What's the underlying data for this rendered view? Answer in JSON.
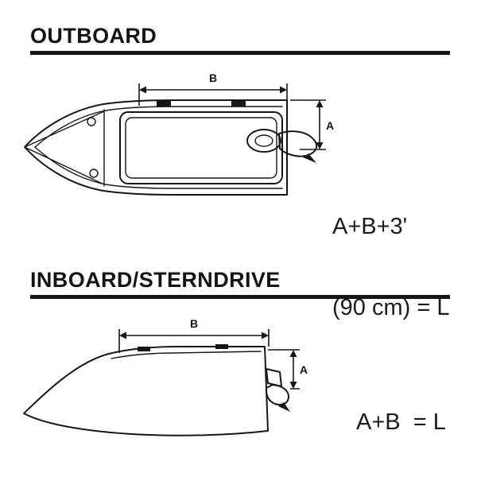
{
  "outboard": {
    "title": "OUTBOARD",
    "dim_b_label": "B",
    "dim_a_label": "A",
    "formula_line1": "A+B+3'",
    "formula_line2": "(90 cm) = L"
  },
  "inboard": {
    "title": "INBOARD/STERNDRIVE",
    "dim_b_label": "B",
    "dim_a_label": "A",
    "formula": "A+B  = L"
  }
}
